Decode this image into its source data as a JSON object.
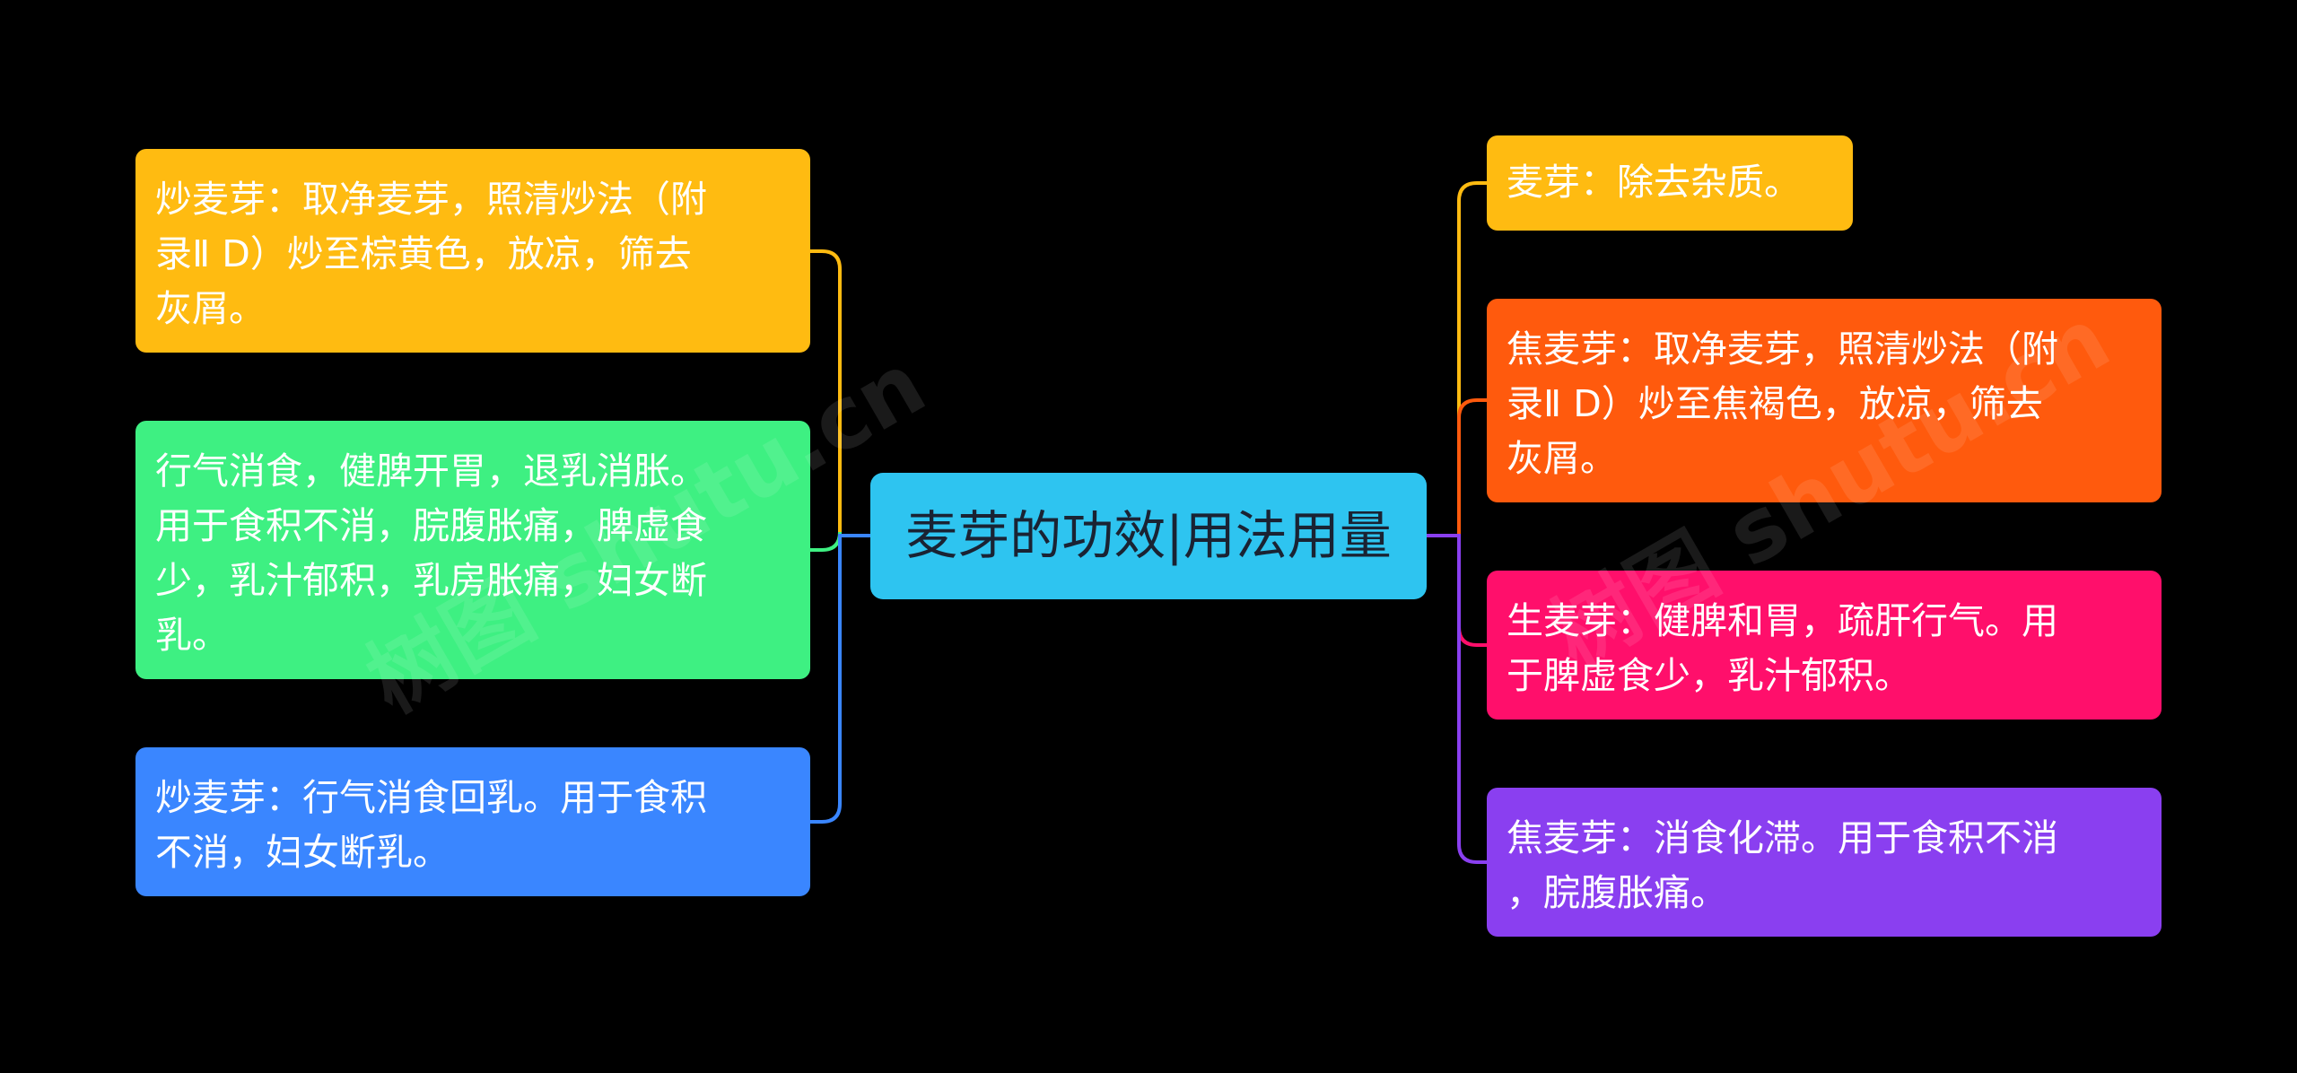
{
  "center": {
    "label": "麦芽的功效|用法用量",
    "color": "#2ec4f0"
  },
  "left_branches": [
    {
      "text": "炒麦芽：取净麦芽，照清炒法（附\n录Ⅱ D）炒至棕黄色，放凉，筛去\n灰屑。",
      "color": "#ffbb11",
      "line_color": "#ffbb11"
    },
    {
      "text": "行气消食，健脾开胃，退乳消胀。\n用于食积不消，脘腹胀痛，脾虚食\n少，乳汁郁积，乳房胀痛，妇女断\n乳。",
      "color": "#3ef082",
      "line_color": "#3ef082"
    },
    {
      "text": "炒麦芽：行气消食回乳。用于食积\n不消，妇女断乳。",
      "color": "#3a86ff",
      "line_color": "#3a86ff"
    }
  ],
  "right_branches": [
    {
      "text": "麦芽：除去杂质。",
      "color": "#ffbb11",
      "line_color": "#ffbb11"
    },
    {
      "text": "焦麦芽：取净麦芽，照清炒法（附\n录Ⅱ D）炒至焦褐色，放凉，筛去\n灰屑。",
      "color": "#ff5a0d",
      "line_color": "#ff5a0d"
    },
    {
      "text": "生麦芽：健脾和胃，疏肝行气。用\n于脾虚食少，乳汁郁积。",
      "color": "#ff0f6b",
      "line_color": "#ff0f6b"
    },
    {
      "text": "焦麦芽：消食化滞。用于食积不消\n，脘腹胀痛。",
      "color": "#8a3ff0",
      "line_color": "#8a3ff0"
    }
  ],
  "watermarks": [
    "树图 shutu.cn",
    "树图 shutu.cn"
  ]
}
